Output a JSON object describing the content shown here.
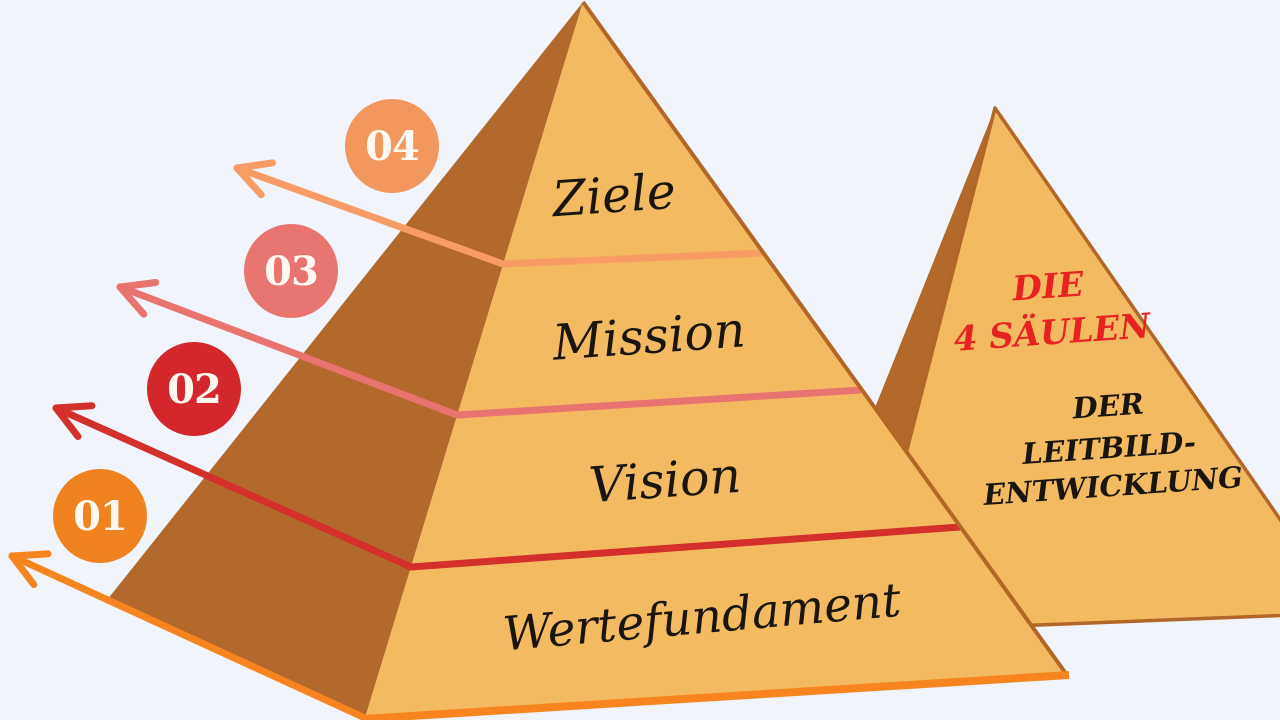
{
  "colors": {
    "background": "#f1f4fa",
    "face_front": "#f3ba62",
    "face_side": "#b3682c",
    "outline": "#b26627",
    "base_orange": "#f6851f",
    "divider_top": "#f89c66",
    "divider_mid": "#e8746f",
    "divider_low": "#d3302b",
    "circle_04": "#f2975e",
    "circle_03": "#e97570",
    "circle_02": "#d4272b",
    "circle_01": "#f0831f",
    "title_red": "#e62320",
    "text_dark": "#1b1510",
    "number_text": "#fdf8f0"
  },
  "pyramid": {
    "levels": [
      {
        "number": "04",
        "label": "Ziele"
      },
      {
        "number": "03",
        "label": "Mission"
      },
      {
        "number": "02",
        "label": "Vision"
      },
      {
        "number": "01",
        "label": "Wertefundament"
      }
    ]
  },
  "side_pyramid": {
    "title_line1": "DIE",
    "title_line2": "4 SÄULEN",
    "subtitle_line1": "DER",
    "subtitle_line2": "LEITBILD-",
    "subtitle_line3": "ENTWICKLUNG"
  }
}
